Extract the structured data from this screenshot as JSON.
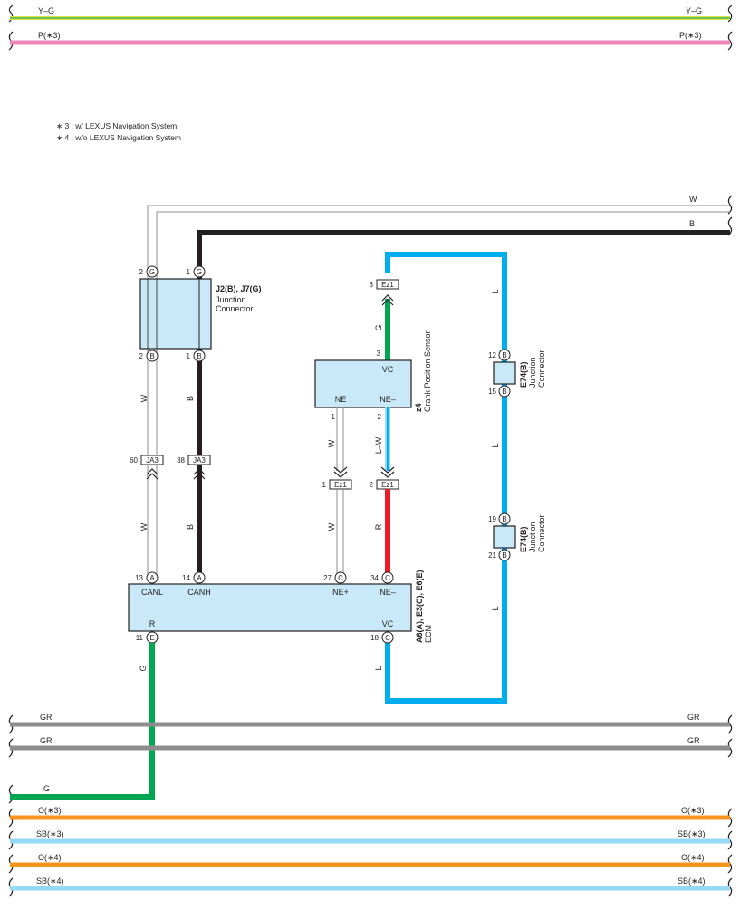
{
  "notes": [
    "∗ 3 : w/ LEXUS Navigation System",
    "∗ 4 : w/o LEXUS Navigation System"
  ],
  "colors": {
    "yellow_green": "#d8e04a",
    "pink": "#ef86b8",
    "gray": "#8d8d8d",
    "green": "#00a651",
    "orange": "#f7941d",
    "sky_blue": "#96d9f5",
    "blue": "#00aeef",
    "red": "#ed1c24",
    "black": "#231f20",
    "component_fill": "#c9e8f8"
  },
  "top_wires": {
    "yg_left": "Y–G",
    "yg_right": "Y–G",
    "p_left": "P(∗3)",
    "p_right": "P(∗3)"
  },
  "bus": {
    "w_label": "W",
    "b_label": "B"
  },
  "j2": {
    "title": "J2(B), J7(G)",
    "desc1": "Junction",
    "desc2": "Connector",
    "pin_top_1_num": "2",
    "pin_top_1_code": "G",
    "pin_top_2_num": "1",
    "pin_top_2_code": "G",
    "pin_bot_1_num": "2",
    "pin_bot_1_code": "B",
    "pin_bot_2_num": "1",
    "pin_bot_2_code": "B"
  },
  "ja3": {
    "left_num": "60",
    "left_label": "JA3",
    "right_num": "38",
    "right_label": "JA3"
  },
  "wire_labels": {
    "w_upper": "W",
    "b_upper": "B",
    "w_lower": "W",
    "b_lower": "B",
    "g_top": "G",
    "w_ne": "W",
    "lw": "L–W",
    "w_ez": "W",
    "r": "R",
    "l_1": "L",
    "l_2": "L",
    "l_3": "L",
    "g_ecm": "G",
    "l_vc": "L"
  },
  "ez1": {
    "top_num": "3",
    "top_label": "Ez1",
    "left_num": "1",
    "left_label": "Ez1",
    "right_num": "2",
    "right_label": "Ez1"
  },
  "crank": {
    "code": "z4",
    "name": "Crank Position Sensor",
    "pin_vc_num": "3",
    "label_vc": "VC",
    "label_ne": "NE",
    "label_neminus": "NE–",
    "pin_ne_num": "1",
    "pin_neminus_num": "2"
  },
  "e74_top": {
    "code": "E74(B)",
    "desc1": "Junction",
    "desc2": "Connector",
    "pin_a_num": "12",
    "pin_a_code": "B",
    "pin_b_num": "15",
    "pin_b_code": "B"
  },
  "e74_bot": {
    "code": "E74(B)",
    "desc1": "Junction",
    "desc2": "Connector",
    "pin_a_num": "19",
    "pin_a_code": "B",
    "pin_b_num": "21",
    "pin_b_code": "B"
  },
  "ecm": {
    "code": "A6(A), E3(C), E6(E)",
    "name": "ECM",
    "p13_num": "13",
    "p13_code": "A",
    "p13_label": "CANL",
    "p14_num": "14",
    "p14_code": "A",
    "p14_label": "CANH",
    "p27_num": "27",
    "p27_code": "C",
    "p27_label": "NE+",
    "p34_num": "34",
    "p34_code": "C",
    "p34_label": "NE–",
    "p11_num": "11",
    "p11_code": "E",
    "p11_label": "R",
    "p18_num": "18",
    "p18_code": "C",
    "p18_label": "VC"
  },
  "bottom_wires": {
    "gr1_left": "GR",
    "gr1_right": "GR",
    "gr2_left": "GR",
    "gr2_right": "GR",
    "g_left": "G",
    "o3_left": "O(∗3)",
    "o3_right": "O(∗3)",
    "sb3_left": "SB(∗3)",
    "sb3_right": "SB(∗3)",
    "o4_left": "O(∗4)",
    "o4_right": "O(∗4)",
    "sb4_left": "SB(∗4)",
    "sb4_right": "SB(∗4)"
  }
}
